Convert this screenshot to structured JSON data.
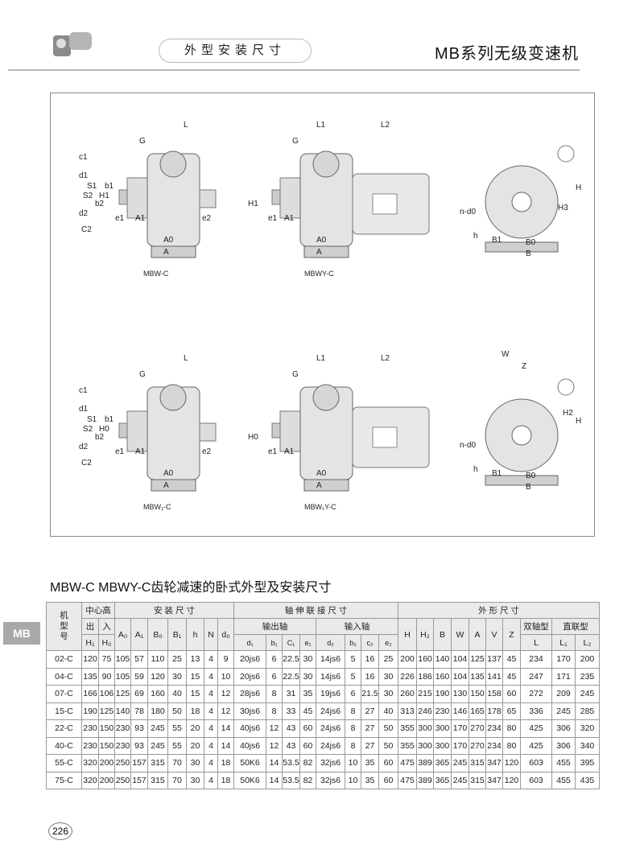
{
  "header": {
    "section": "外型安装尺寸",
    "series_title": "MB系列无级变速机"
  },
  "side_tab": "MB",
  "drawings": {
    "captions": [
      "MBW-C",
      "MBWY-C",
      "MBW₁-C",
      "MBW₁Y-C"
    ],
    "labels": {
      "L": "L",
      "G": "G",
      "L1": "L1",
      "L2": "L2",
      "H": "H",
      "H1": "H1",
      "H2": "H2",
      "H3": "H3",
      "H0": "H0",
      "A0": "A0",
      "A": "A",
      "A1": "A1",
      "e1": "e1",
      "e2": "e2",
      "B0": "B0",
      "B1": "B1",
      "B": "B",
      "nd0": "n-d0",
      "h": "h",
      "c1": "c1",
      "b1": "b1",
      "d1": "d1",
      "S1": "S1",
      "S2": "S2",
      "b2": "b2",
      "d2": "d2",
      "C2": "C2",
      "W": "W",
      "Z": "Z"
    }
  },
  "table": {
    "title": "MBW-C MBWY-C齿轮减速的卧式外型及安装尺寸",
    "h_model": "机型号",
    "h_center": "中心高",
    "h_out": "出",
    "h_in": "入",
    "h_install": "安 装 尺 寸",
    "h_shaft": "轴 伸 联 接 尺 寸",
    "h_outshaft": "输出轴",
    "h_inshaft": "输入轴",
    "h_outline": "外 形 尺 寸",
    "h_double": "双轴型",
    "h_direct": "直联型",
    "cols_center": [
      "H₁",
      "H₀"
    ],
    "cols_install": [
      "A₀",
      "A₁",
      "B₀",
      "B₁",
      "h",
      "N",
      "d₀"
    ],
    "cols_out": [
      "d₁",
      "b₁",
      "C₁",
      "e₁"
    ],
    "cols_in": [
      "d₂",
      "b₂",
      "c₂",
      "e₂"
    ],
    "cols_outline": [
      "H",
      "H₂",
      "B",
      "W",
      "A",
      "V",
      "Z"
    ],
    "col_L": "L",
    "cols_direct": [
      "L₁",
      "L₂"
    ],
    "rows": [
      [
        "02-C",
        "120",
        "75",
        "105",
        "57",
        "110",
        "25",
        "13",
        "4",
        "9",
        "20js6",
        "6",
        "22.5",
        "30",
        "14js6",
        "5",
        "16",
        "25",
        "200",
        "160",
        "140",
        "104",
        "125",
        "137",
        "45",
        "234",
        "170",
        "200"
      ],
      [
        "04-C",
        "135",
        "90",
        "105",
        "59",
        "120",
        "30",
        "15",
        "4",
        "10",
        "20js6",
        "6",
        "22.5",
        "30",
        "14js6",
        "5",
        "16",
        "30",
        "226",
        "186",
        "160",
        "104",
        "135",
        "141",
        "45",
        "247",
        "171",
        "235"
      ],
      [
        "07-C",
        "166",
        "106",
        "125",
        "69",
        "160",
        "40",
        "15",
        "4",
        "12",
        "28js6",
        "8",
        "31",
        "35",
        "19js6",
        "6",
        "21.5",
        "30",
        "260",
        "215",
        "190",
        "130",
        "150",
        "158",
        "60",
        "272",
        "209",
        "245"
      ],
      [
        "15-C",
        "190",
        "125",
        "140",
        "78",
        "180",
        "50",
        "18",
        "4",
        "12",
        "30js6",
        "8",
        "33",
        "45",
        "24js6",
        "8",
        "27",
        "40",
        "313",
        "246",
        "230",
        "146",
        "165",
        "178",
        "65",
        "336",
        "245",
        "285"
      ],
      [
        "22-C",
        "230",
        "150",
        "230",
        "93",
        "245",
        "55",
        "20",
        "4",
        "14",
        "40js6",
        "12",
        "43",
        "60",
        "24js6",
        "8",
        "27",
        "50",
        "355",
        "300",
        "300",
        "170",
        "270",
        "234",
        "80",
        "425",
        "306",
        "320"
      ],
      [
        "40-C",
        "230",
        "150",
        "230",
        "93",
        "245",
        "55",
        "20",
        "4",
        "14",
        "40js6",
        "12",
        "43",
        "60",
        "24js6",
        "8",
        "27",
        "50",
        "355",
        "300",
        "300",
        "170",
        "270",
        "234",
        "80",
        "425",
        "306",
        "340"
      ],
      [
        "55-C",
        "320",
        "200",
        "250",
        "157",
        "315",
        "70",
        "30",
        "4",
        "18",
        "50K6",
        "14",
        "53.5",
        "82",
        "32js6",
        "10",
        "35",
        "60",
        "475",
        "389",
        "365",
        "245",
        "315",
        "347",
        "120",
        "603",
        "455",
        "395"
      ],
      [
        "75-C",
        "320",
        "200",
        "250",
        "157",
        "315",
        "70",
        "30",
        "4",
        "18",
        "50K6",
        "14",
        "53.5",
        "82",
        "32js6",
        "10",
        "35",
        "60",
        "475",
        "389",
        "365",
        "245",
        "315",
        "347",
        "120",
        "603",
        "455",
        "435"
      ]
    ]
  },
  "page_number": "226"
}
